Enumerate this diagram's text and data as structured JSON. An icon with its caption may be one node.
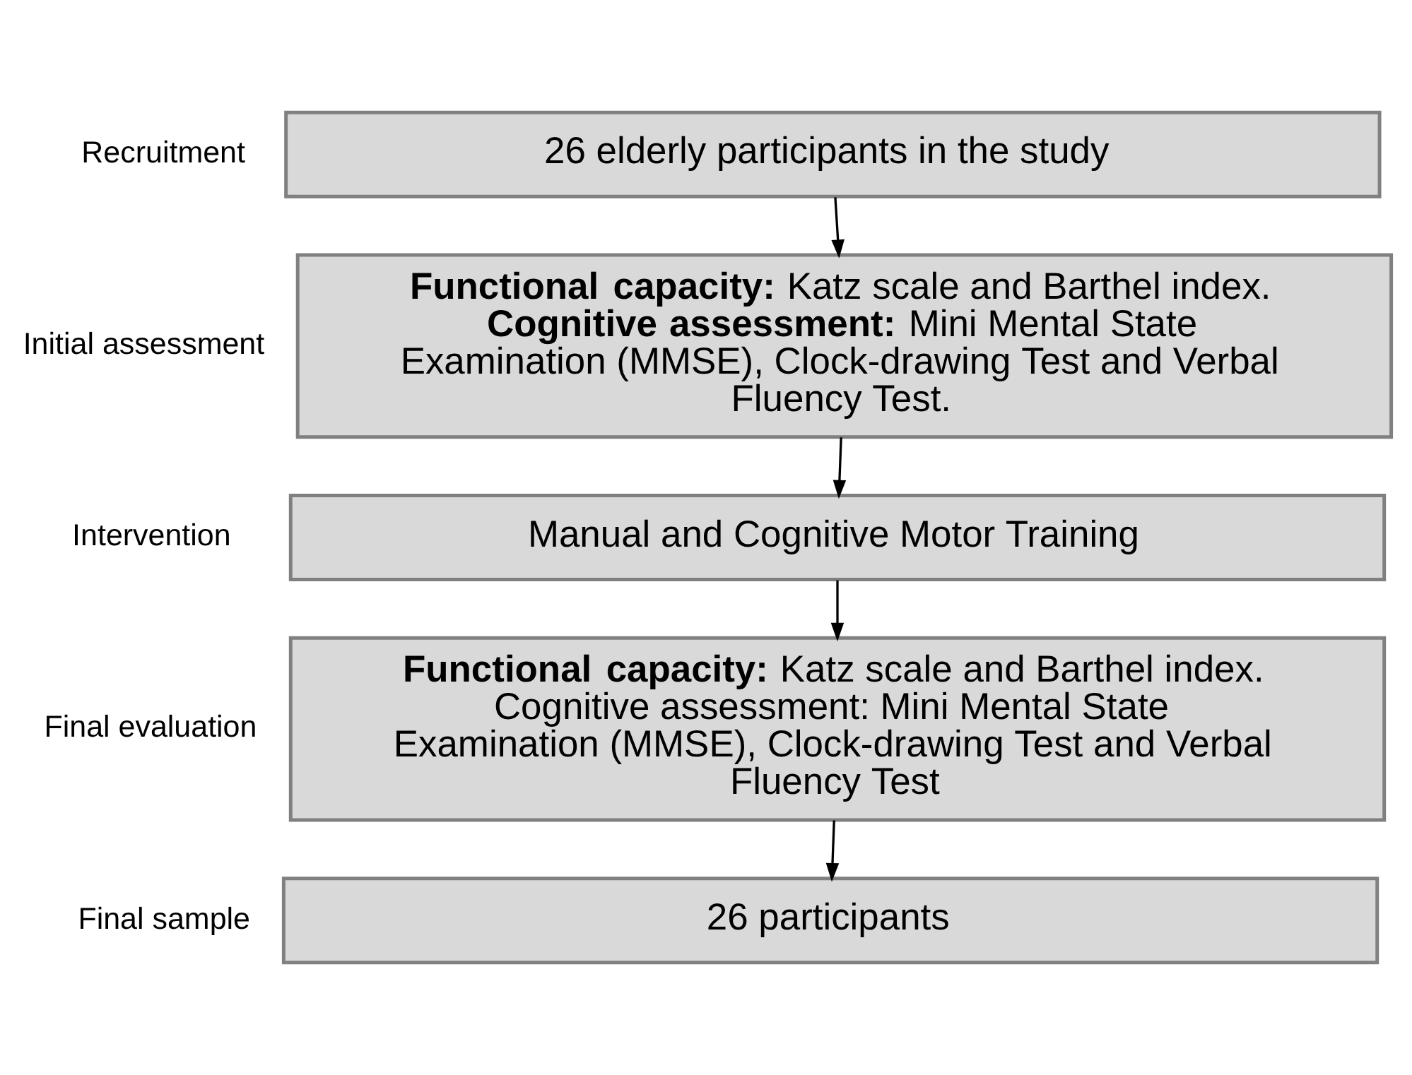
{
  "diagram": {
    "nodes": [
      {
        "text": [
          "26 elderly participants in the study"
        ],
        "beside": [
          "Recruitment"
        ]
      },
      {
        "text": [
          "**Functional capacity:** Katz scale and Barthel index. **Cognitive assessment:** Mini Mental State Examination (MMSE), Clock-drawing Test and Verbal Fluency Test."
        ],
        "beside": [
          "Initial assessment"
        ]
      },
      {
        "text": [
          "Manual and Cognitive Motor Training"
        ],
        "beside": [
          "Intervention"
        ]
      },
      {
        "text": [
          "**Functional capacity:** Katz scale and Barthel index. Cognitive assessment: Mini Mental State Examination (MMSE), Clock-drawing Test and Verbal Fluency Test"
        ],
        "beside": [
          "Final evaluation"
        ]
      },
      {
        "text": [
          "26 participants"
        ],
        "beside": [
          "Final sample"
        ]
      }
    ],
    "edges": [
      {
        "from": 0,
        "to": 1,
        "arrow": "to"
      },
      {
        "from": 1,
        "to": 2,
        "arrow": "to"
      },
      {
        "from": 2,
        "to": 3,
        "arrow": "to"
      },
      {
        "from": 3,
        "to": 4,
        "arrow": "to"
      }
    ]
  }
}
